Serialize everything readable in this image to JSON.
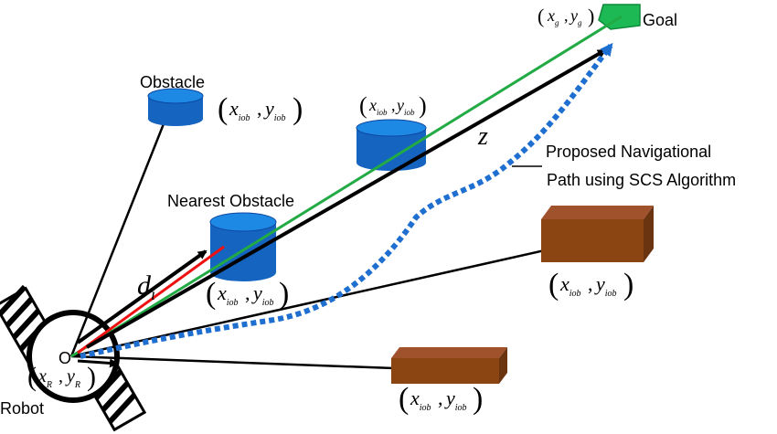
{
  "labels": {
    "goal": "Goal",
    "obstacle": "Obstacle",
    "nearest_obstacle": "Nearest  Obstacle",
    "robot": "Robot",
    "origin": "O",
    "path_line1": "Proposed Navigational",
    "path_line2": "Path using SCS Algorithm",
    "distance": "d",
    "distance_sub": "i",
    "z": "z"
  },
  "coords": {
    "goal": {
      "x": "x",
      "y": "y",
      "sub": "g"
    },
    "obstacle": {
      "x": "x",
      "y": "y",
      "sub": "iob"
    },
    "robot": {
      "x": "x",
      "y": "y",
      "sub": "R"
    }
  },
  "colors": {
    "obstacle_blue": "#1565c0",
    "box_brown": "#8b4513",
    "goal_green": "#1db954",
    "path_blue": "#1f6fd1",
    "green_line": "#22aa44",
    "red_line": "#ee1111"
  }
}
